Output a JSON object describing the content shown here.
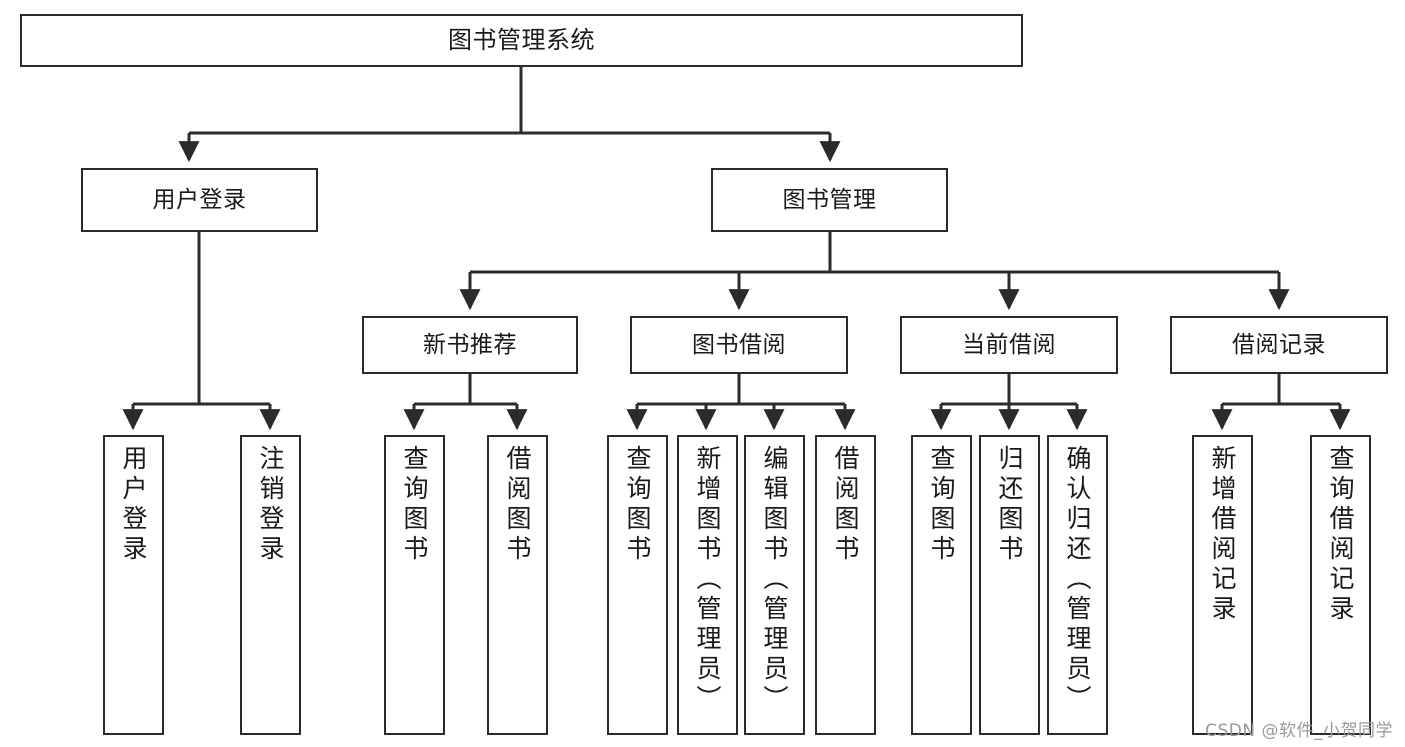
{
  "diagram": {
    "title": "图书管理系统",
    "type": "tree",
    "background": "#ffffff",
    "line_color": "#2b2b2b",
    "box_border_color": "#2b2b2b",
    "box_fill_color": "#ffffff",
    "text_color": "#1a1a1a"
  },
  "nodes": {
    "root": {
      "label": "图书管理系统"
    },
    "level2": [
      {
        "id": "user-login",
        "label": "用户登录"
      },
      {
        "id": "book-manage",
        "label": "图书管理"
      }
    ],
    "level3": [
      {
        "id": "new-book-recommend",
        "label": "新书推荐"
      },
      {
        "id": "book-borrow",
        "label": "图书借阅"
      },
      {
        "id": "current-borrow",
        "label": "当前借阅"
      },
      {
        "id": "borrow-record",
        "label": "借阅记录"
      }
    ],
    "leaves": [
      {
        "id": "leaf-user-login",
        "label": "用户登录",
        "parent": "user-login"
      },
      {
        "id": "leaf-logout",
        "label": "注销登录",
        "parent": "user-login"
      },
      {
        "id": "leaf-query-book-1",
        "label": "查询图书",
        "parent": "new-book-recommend"
      },
      {
        "id": "leaf-borrow-book-1",
        "label": "借阅图书",
        "parent": "new-book-recommend"
      },
      {
        "id": "leaf-query-book-2",
        "label": "查询图书",
        "parent": "book-borrow"
      },
      {
        "id": "leaf-add-book",
        "label": "新增图书（管理员）",
        "parent": "book-borrow"
      },
      {
        "id": "leaf-edit-book",
        "label": "编辑图书（管理员）",
        "parent": "book-borrow"
      },
      {
        "id": "leaf-borrow-book-2",
        "label": "借阅图书",
        "parent": "book-borrow"
      },
      {
        "id": "leaf-query-book-3",
        "label": "查询图书",
        "parent": "current-borrow"
      },
      {
        "id": "leaf-return-book",
        "label": "归还图书",
        "parent": "current-borrow"
      },
      {
        "id": "leaf-confirm-return",
        "label": "确认归还（管理员）",
        "parent": "current-borrow"
      },
      {
        "id": "leaf-add-record",
        "label": "新增借阅记录",
        "parent": "borrow-record"
      },
      {
        "id": "leaf-query-record",
        "label": "查询借阅记录",
        "parent": "borrow-record"
      }
    ]
  },
  "watermark": {
    "text": "CSDN @软件_小贺同学"
  }
}
